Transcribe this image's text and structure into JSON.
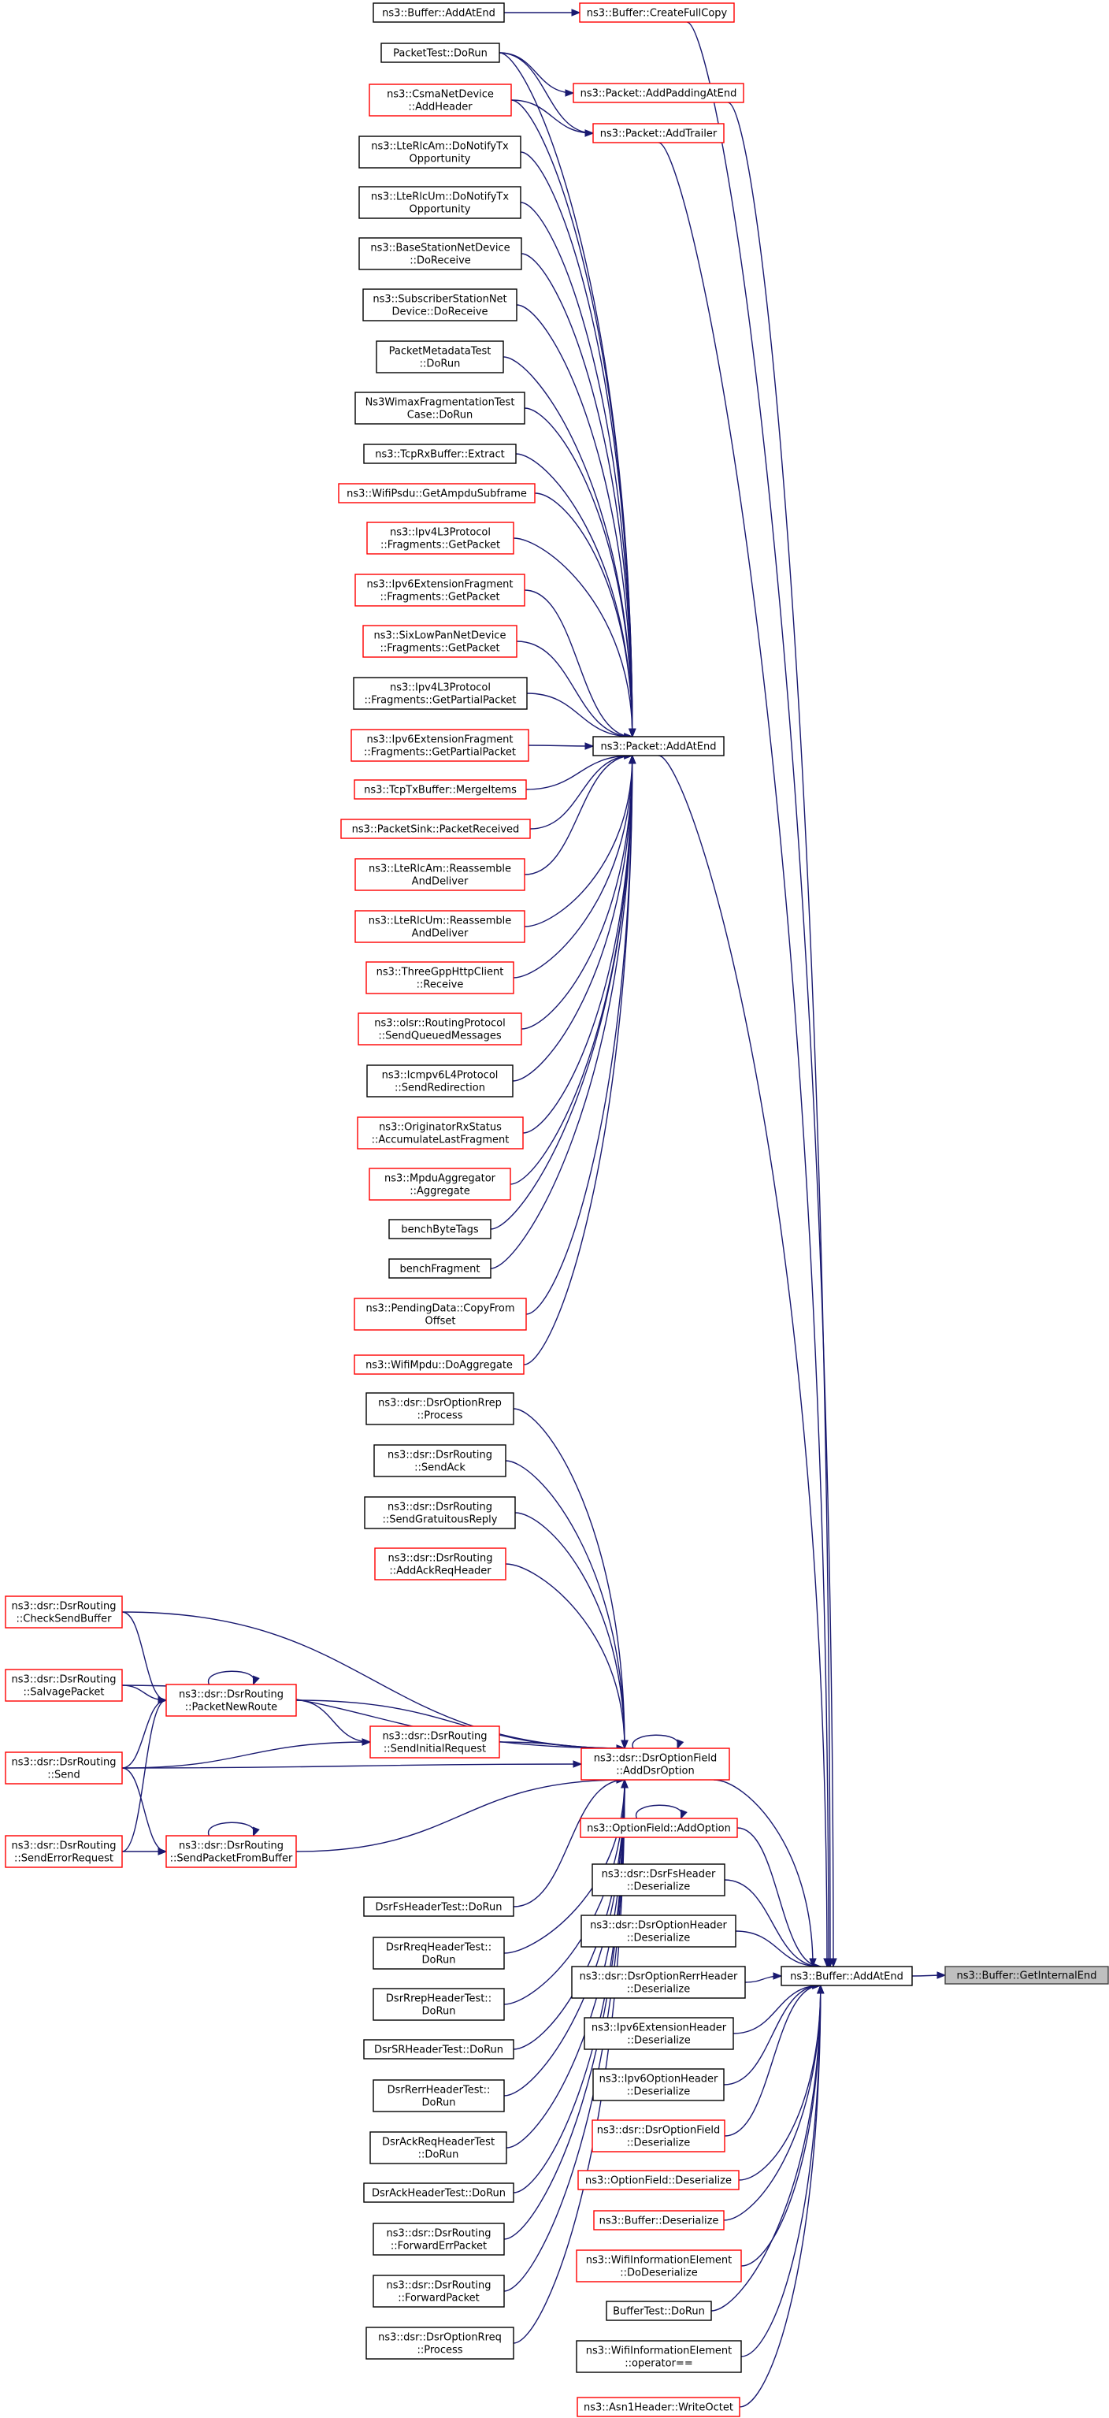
{
  "colors": {
    "edge": "#191970",
    "border_black": "#000000",
    "border_red": "#ff0000",
    "highlight_fill": "#bfbfbf",
    "node_fill": "#ffffff"
  },
  "nodes": [
    {
      "id": "n_getinternalend",
      "lines": [
        "ns3::Buffer::GetInternalEnd"
      ],
      "border": "gray"
    },
    {
      "id": "n_buf_addatend",
      "lines": [
        "ns3::Buffer::AddAtEnd"
      ],
      "border": "black"
    },
    {
      "id": "n_createfullcopy",
      "lines": [
        "ns3::Buffer::CreateFullCopy"
      ],
      "border": "red"
    },
    {
      "id": "n_pkt_addpadding",
      "lines": [
        "ns3::Packet::AddPaddingAtEnd"
      ],
      "border": "red"
    },
    {
      "id": "n_pkt_addtrailer",
      "lines": [
        "ns3::Packet::AddTrailer"
      ],
      "border": "red"
    },
    {
      "id": "n_pkt_addatend",
      "lines": [
        "ns3::Packet::AddAtEnd"
      ],
      "border": "black"
    },
    {
      "id": "n_dsr_adddsroption",
      "lines": [
        "ns3::dsr::DsrOptionField",
        "::AddDsrOption"
      ],
      "border": "red"
    },
    {
      "id": "n_optionfield_addoption",
      "lines": [
        "ns3::OptionField::AddOption"
      ],
      "border": "red"
    },
    {
      "id": "n_l_buf_addatend",
      "lines": [
        "ns3::Buffer::AddAtEnd"
      ],
      "border": "black"
    },
    {
      "id": "n_packettest_dorun",
      "lines": [
        "PacketTest::DoRun"
      ],
      "border": "black"
    },
    {
      "id": "n_csma_addheader",
      "lines": [
        "ns3::CsmaNetDevice",
        "::AddHeader"
      ],
      "border": "red"
    },
    {
      "id": "n_lterlcam_donotify",
      "lines": [
        "ns3::LteRlcAm::DoNotifyTx",
        "Opportunity"
      ],
      "border": "black"
    },
    {
      "id": "n_lterlcum_donotify",
      "lines": [
        "ns3::LteRlcUm::DoNotifyTx",
        "Opportunity"
      ],
      "border": "black"
    },
    {
      "id": "n_bsnetdevice_doreceive",
      "lines": [
        "ns3::BaseStationNetDevice",
        "::DoReceive"
      ],
      "border": "black"
    },
    {
      "id": "n_ssnetdevice_doreceive",
      "lines": [
        "ns3::SubscriberStationNet",
        "Device::DoReceive"
      ],
      "border": "black"
    },
    {
      "id": "n_packetmetadatatest",
      "lines": [
        "PacketMetadataTest",
        "::DoRun"
      ],
      "border": "black"
    },
    {
      "id": "n_wimaxfragtest",
      "lines": [
        "Ns3WimaxFragmentationTest",
        "Case::DoRun"
      ],
      "border": "black"
    },
    {
      "id": "n_tcprxbuffer_extract",
      "lines": [
        "ns3::TcpRxBuffer::Extract"
      ],
      "border": "black"
    },
    {
      "id": "n_wifipsdu_getampdu",
      "lines": [
        "ns3::WifiPsdu::GetAmpduSubframe"
      ],
      "border": "red"
    },
    {
      "id": "n_ipv4l3_getpacket",
      "lines": [
        "ns3::Ipv4L3Protocol",
        "::Fragments::GetPacket"
      ],
      "border": "red"
    },
    {
      "id": "n_ipv6extfrag_getpacket",
      "lines": [
        "ns3::Ipv6ExtensionFragment",
        "::Fragments::GetPacket"
      ],
      "border": "red"
    },
    {
      "id": "n_sixlowpan_getpacket",
      "lines": [
        "ns3::SixLowPanNetDevice",
        "::Fragments::GetPacket"
      ],
      "border": "red"
    },
    {
      "id": "n_ipv4l3_getpartial",
      "lines": [
        "ns3::Ipv4L3Protocol",
        "::Fragments::GetPartialPacket"
      ],
      "border": "black"
    },
    {
      "id": "n_ipv6extfrag_getpartial",
      "lines": [
        "ns3::Ipv6ExtensionFragment",
        "::Fragments::GetPartialPacket"
      ],
      "border": "red"
    },
    {
      "id": "n_tcptxbuffer_mergeitems",
      "lines": [
        "ns3::TcpTxBuffer::MergeItems"
      ],
      "border": "red"
    },
    {
      "id": "n_packetsink_received",
      "lines": [
        "ns3::PacketSink::PacketReceived"
      ],
      "border": "red"
    },
    {
      "id": "n_lterlcam_reassemble",
      "lines": [
        "ns3::LteRlcAm::Reassemble",
        "AndDeliver"
      ],
      "border": "red"
    },
    {
      "id": "n_lterlcum_reassemble",
      "lines": [
        "ns3::LteRlcUm::Reassemble",
        "AndDeliver"
      ],
      "border": "red"
    },
    {
      "id": "n_threegpphttpclient_receive",
      "lines": [
        "ns3::ThreeGppHttpClient",
        "::Receive"
      ],
      "border": "red"
    },
    {
      "id": "n_olsr_sendqueued",
      "lines": [
        "ns3::olsr::RoutingProtocol",
        "::SendQueuedMessages"
      ],
      "border": "red"
    },
    {
      "id": "n_icmpv6l4_sendredirection",
      "lines": [
        "ns3::Icmpv6L4Protocol",
        "::SendRedirection"
      ],
      "border": "black"
    },
    {
      "id": "n_originatorrx_accumulate",
      "lines": [
        "ns3::OriginatorRxStatus",
        "::AccumulateLastFragment"
      ],
      "border": "red"
    },
    {
      "id": "n_mpduaggregator_aggregate",
      "lines": [
        "ns3::MpduAggregator",
        "::Aggregate"
      ],
      "border": "red"
    },
    {
      "id": "n_benchbytetags",
      "lines": [
        "benchByteTags"
      ],
      "border": "black"
    },
    {
      "id": "n_benchfragment",
      "lines": [
        "benchFragment"
      ],
      "border": "black"
    },
    {
      "id": "n_pendingdata_copyfrom",
      "lines": [
        "ns3::PendingData::CopyFrom",
        "Offset"
      ],
      "border": "red"
    },
    {
      "id": "n_wifimpdu_doaggregate",
      "lines": [
        "ns3::WifiMpdu::DoAggregate"
      ],
      "border": "red"
    },
    {
      "id": "n_dsroptionrrep_process",
      "lines": [
        "ns3::dsr::DsrOptionRrep",
        "::Process"
      ],
      "border": "black"
    },
    {
      "id": "n_dsrrouting_sendack",
      "lines": [
        "ns3::dsr::DsrRouting",
        "::SendAck"
      ],
      "border": "black"
    },
    {
      "id": "n_dsrrouting_sendgratuitous",
      "lines": [
        "ns3::dsr::DsrRouting",
        "::SendGratuitousReply"
      ],
      "border": "black"
    },
    {
      "id": "n_dsrrouting_addackreq",
      "lines": [
        "ns3::dsr::DsrRouting",
        "::AddAckReqHeader"
      ],
      "border": "red"
    },
    {
      "id": "n_dsrrouting_checksendbuffer",
      "lines": [
        "ns3::dsr::DsrRouting",
        "::CheckSendBuffer"
      ],
      "border": "red"
    },
    {
      "id": "n_dsrrouting_salvagepacket",
      "lines": [
        "ns3::dsr::DsrRouting",
        "::SalvagePacket"
      ],
      "border": "red"
    },
    {
      "id": "n_dsrrouting_packetnewroute",
      "lines": [
        "ns3::dsr::DsrRouting",
        "::PacketNewRoute"
      ],
      "border": "red"
    },
    {
      "id": "n_dsrrouting_sendinitialrequest",
      "lines": [
        "ns3::dsr::DsrRouting",
        "::SendInitialRequest"
      ],
      "border": "red"
    },
    {
      "id": "n_dsrrouting_send",
      "lines": [
        "ns3::dsr::DsrRouting",
        "::Send"
      ],
      "border": "red"
    },
    {
      "id": "n_dsrrouting_senderrorrequest",
      "lines": [
        "ns3::dsr::DsrRouting",
        "::SendErrorRequest"
      ],
      "border": "red"
    },
    {
      "id": "n_dsrrouting_sendpacketfrombuffer",
      "lines": [
        "ns3::dsr::DsrRouting",
        "::SendPacketFromBuffer"
      ],
      "border": "red"
    },
    {
      "id": "n_dsrfsheadertest",
      "lines": [
        "DsrFsHeaderTest::DoRun"
      ],
      "border": "black"
    },
    {
      "id": "n_dsrrreqheadertest",
      "lines": [
        "DsrRreqHeaderTest::",
        "DoRun"
      ],
      "border": "black"
    },
    {
      "id": "n_dsrrrepheadertest",
      "lines": [
        "DsrRrepHeaderTest::",
        "DoRun"
      ],
      "border": "black"
    },
    {
      "id": "n_dsrsrheadertest",
      "lines": [
        "DsrSRHeaderTest::DoRun"
      ],
      "border": "black"
    },
    {
      "id": "n_dsrrerrheadertest",
      "lines": [
        "DsrRerrHeaderTest::",
        "DoRun"
      ],
      "border": "black"
    },
    {
      "id": "n_dsrackreqheadertest",
      "lines": [
        "DsrAckReqHeaderTest",
        "::DoRun"
      ],
      "border": "black"
    },
    {
      "id": "n_dsrackheadertest",
      "lines": [
        "DsrAckHeaderTest::DoRun"
      ],
      "border": "black"
    },
    {
      "id": "n_dsrrouting_forwarderr",
      "lines": [
        "ns3::dsr::DsrRouting",
        "::ForwardErrPacket"
      ],
      "border": "black"
    },
    {
      "id": "n_dsrrouting_forwardpacket",
      "lines": [
        "ns3::dsr::DsrRouting",
        "::ForwardPacket"
      ],
      "border": "black"
    },
    {
      "id": "n_dsroptionrreq_process",
      "lines": [
        "ns3::dsr::DsrOptionRreq",
        "::Process"
      ],
      "border": "black"
    },
    {
      "id": "n_dsrfsheader_deserialize",
      "lines": [
        "ns3::dsr::DsrFsHeader",
        "::Deserialize"
      ],
      "border": "black"
    },
    {
      "id": "n_dsroptionheader_deserialize",
      "lines": [
        "ns3::dsr::DsrOptionHeader",
        "::Deserialize"
      ],
      "border": "black"
    },
    {
      "id": "n_dsroptionrerrheader_deserialize",
      "lines": [
        "ns3::dsr::DsrOptionRerrHeader",
        "::Deserialize"
      ],
      "border": "black"
    },
    {
      "id": "n_ipv6extensionheader_deserialize",
      "lines": [
        "ns3::Ipv6ExtensionHeader",
        "::Deserialize"
      ],
      "border": "black"
    },
    {
      "id": "n_ipv6optionheader_deserialize",
      "lines": [
        "ns3::Ipv6OptionHeader",
        "::Deserialize"
      ],
      "border": "black"
    },
    {
      "id": "n_dsroptionfield_deserialize",
      "lines": [
        "ns3::dsr::DsrOptionField",
        "::Deserialize"
      ],
      "border": "red"
    },
    {
      "id": "n_optionfield_deserialize",
      "lines": [
        "ns3::OptionField::Deserialize"
      ],
      "border": "red"
    },
    {
      "id": "n_buffer_deserialize",
      "lines": [
        "ns3::Buffer::Deserialize"
      ],
      "border": "red"
    },
    {
      "id": "n_wifiinfo_dodeserialize",
      "lines": [
        "ns3::WifiInformationElement",
        "::DoDeserialize"
      ],
      "border": "red"
    },
    {
      "id": "n_buffertest_dorun",
      "lines": [
        "BufferTest::DoRun"
      ],
      "border": "black"
    },
    {
      "id": "n_wifiinfo_operatoreq",
      "lines": [
        "ns3::WifiInformationElement",
        "::operator=="
      ],
      "border": "black"
    },
    {
      "id": "n_asn1header_writeoctet",
      "lines": [
        "ns3::Asn1Header::WriteOctet"
      ],
      "border": "red"
    }
  ]
}
